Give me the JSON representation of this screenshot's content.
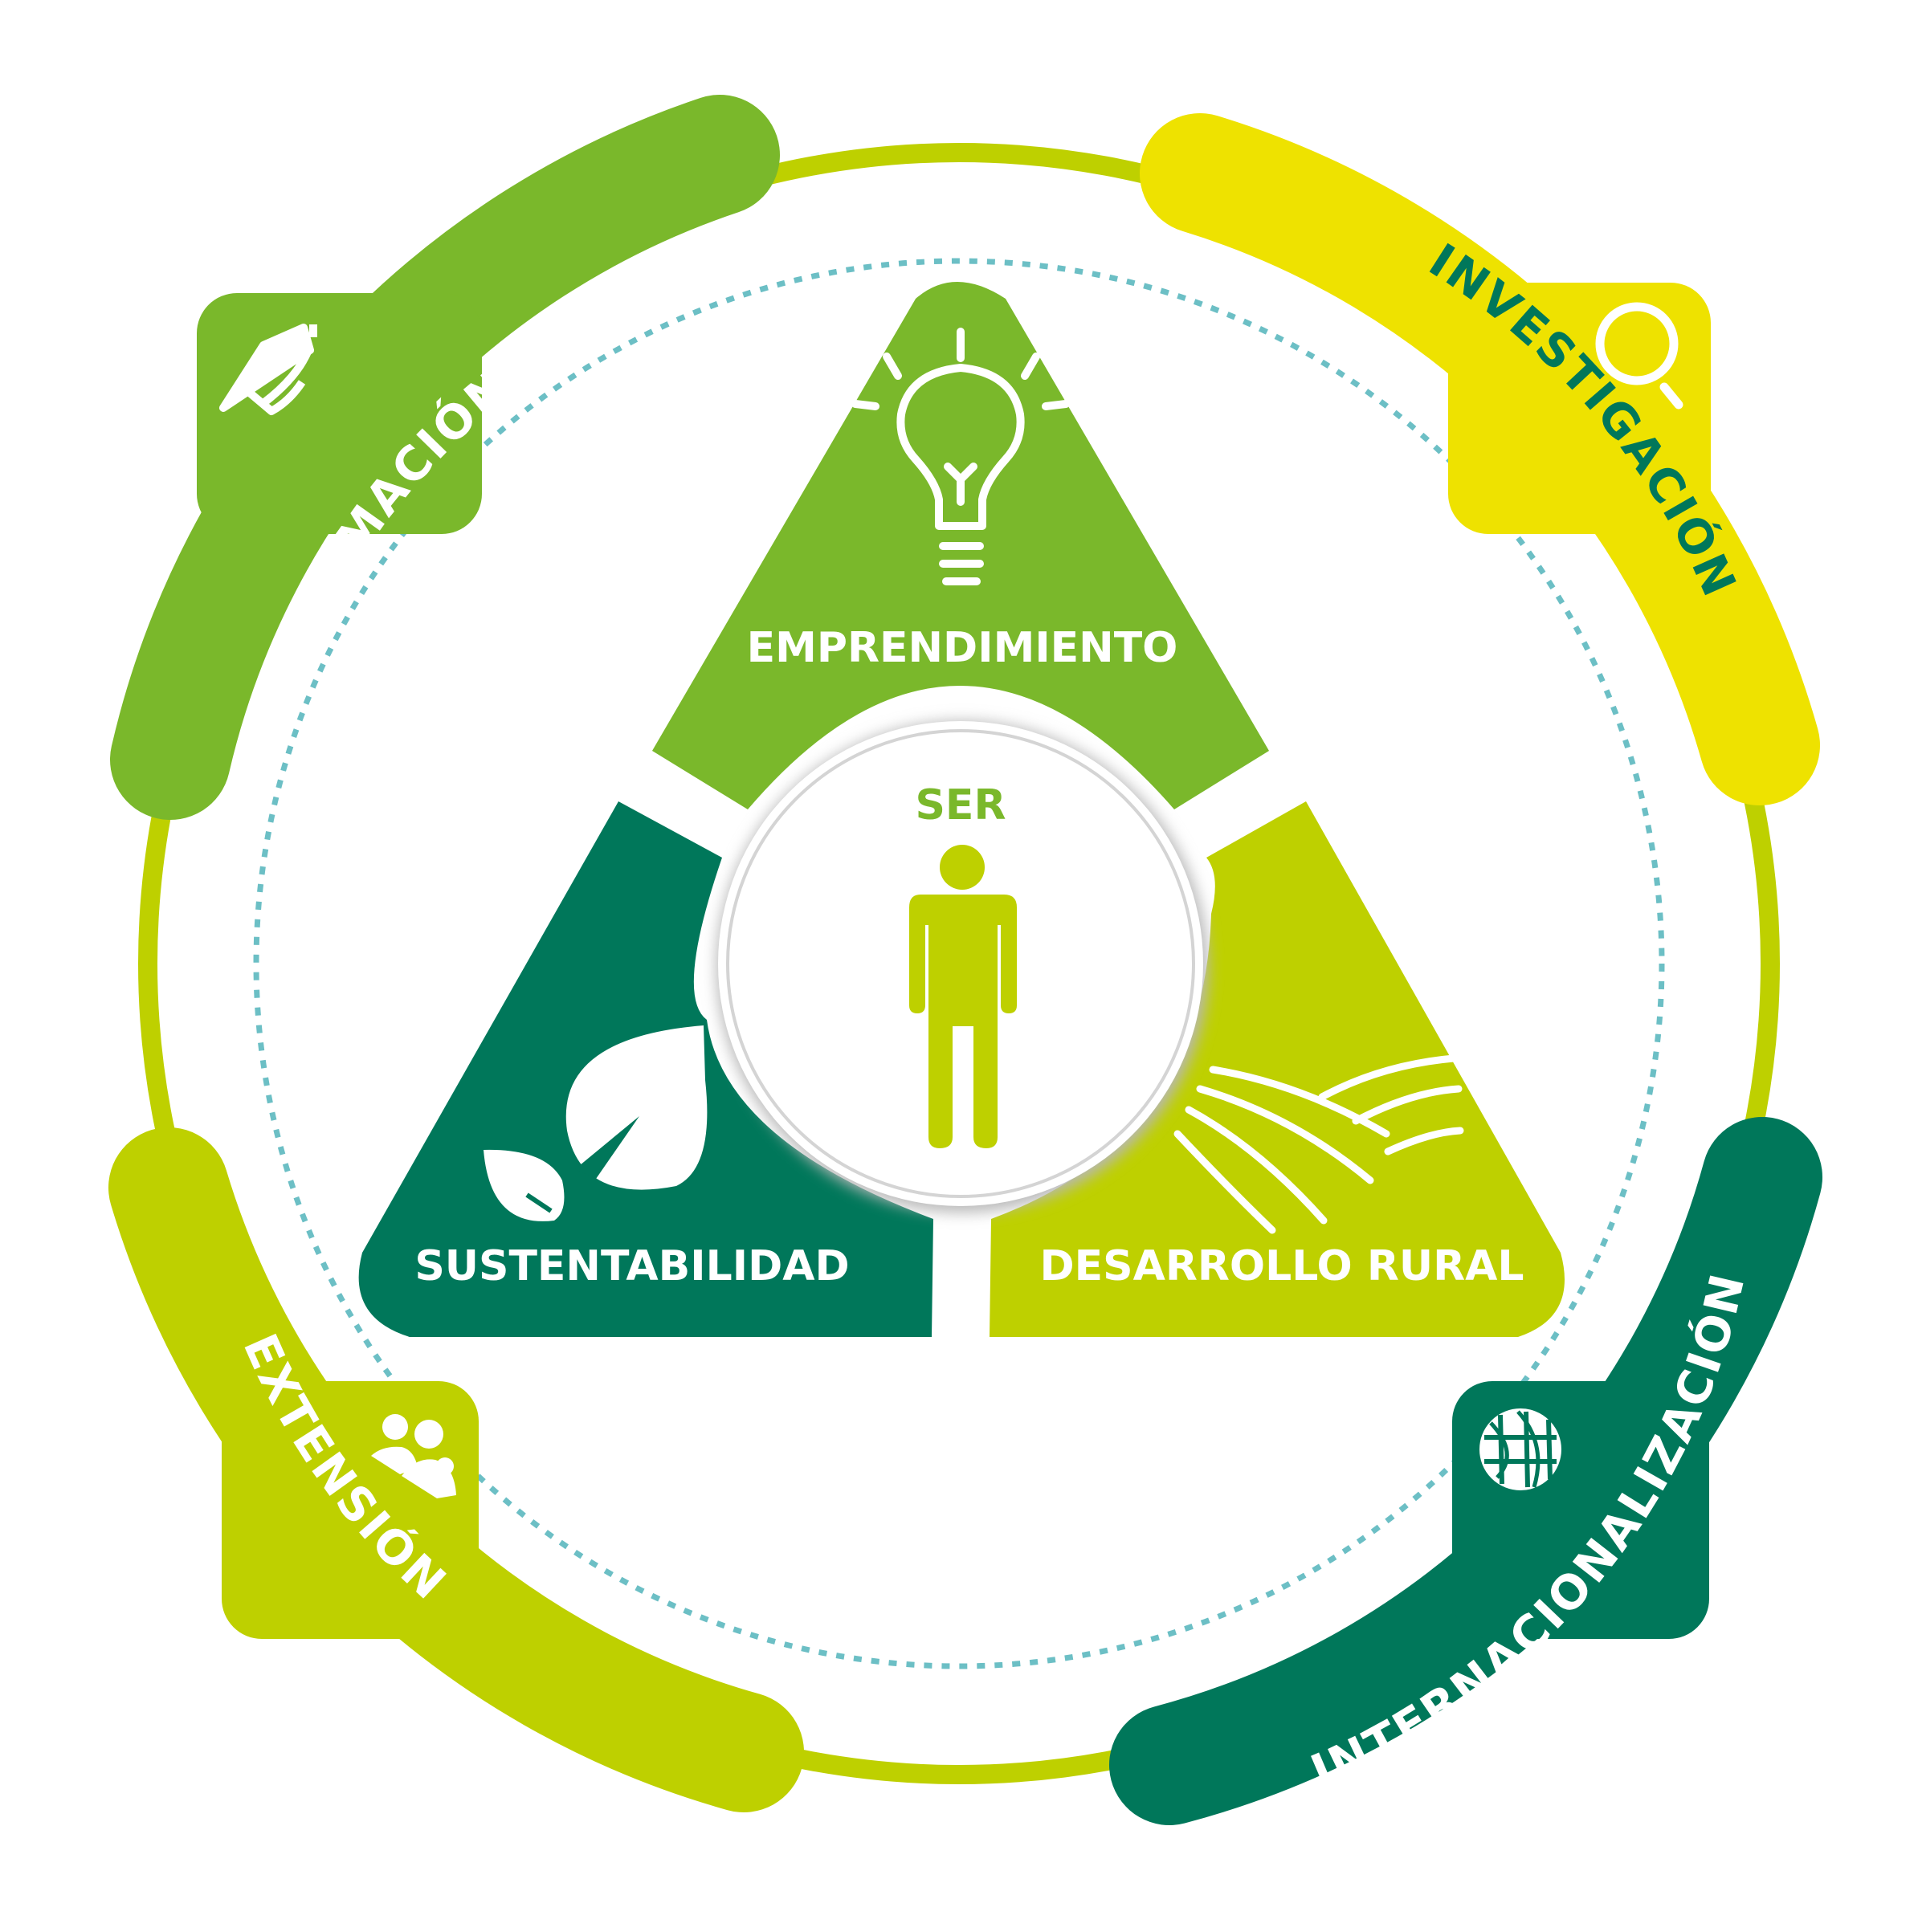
{
  "colors": {
    "green": "#7ab82b",
    "yellow": "#eee200",
    "lime": "#bed000",
    "teal": "#00775a",
    "ring": "#bed000",
    "dotted": "#6cbfc5",
    "white": "#ffffff"
  },
  "center": {
    "label": "SER",
    "icon": "person-icon"
  },
  "segments": {
    "top": {
      "label": "EMPRENDIMIENTO",
      "icon": "lightbulb-icon"
    },
    "left": {
      "label": "SUSTENTABILIDAD",
      "icon": "leaf-icon"
    },
    "right": {
      "label": "DESARROLLO RURAL",
      "icon": "fields-icon"
    }
  },
  "pillars": {
    "formacion": {
      "label": "FORMACIÓN",
      "icon": "graduation-cap-icon"
    },
    "investigacion": {
      "label": "INVESTIGACIÓN",
      "icon": "magnifier-icon"
    },
    "extension": {
      "label": "EXTENSIÓN",
      "icon": "people-icon"
    },
    "internacionalizacion": {
      "label": "INTERNACIONALIZACIÓN",
      "icon": "globe-icon"
    }
  }
}
